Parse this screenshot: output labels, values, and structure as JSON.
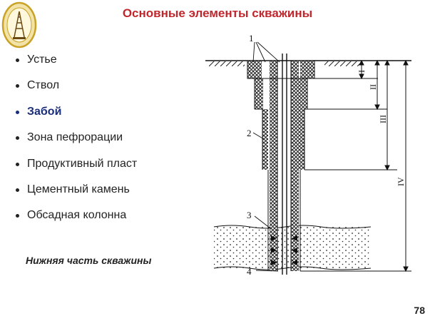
{
  "title": "Основные элементы скважины",
  "bullets": [
    {
      "label": "Устье",
      "active": false
    },
    {
      "label": "Ствол",
      "active": false
    },
    {
      "label": "Забой",
      "active": true
    },
    {
      "label": "Зона пефрорации",
      "active": false
    },
    {
      "label": "Продуктивный пласт",
      "active": false
    },
    {
      "label": "Цементный камень",
      "active": false
    },
    {
      "label": "Обсадная колонна",
      "active": false
    }
  ],
  "caption": "Нижняя часть скважины",
  "page_number": "78",
  "colors": {
    "title": "#c0272d",
    "active_bullet": "#1a2d7a",
    "logo": "#c9a227"
  },
  "diagram": {
    "callouts": [
      "1",
      "2",
      "3",
      "4"
    ],
    "sections": [
      "I",
      "II",
      "III",
      "IV"
    ]
  }
}
